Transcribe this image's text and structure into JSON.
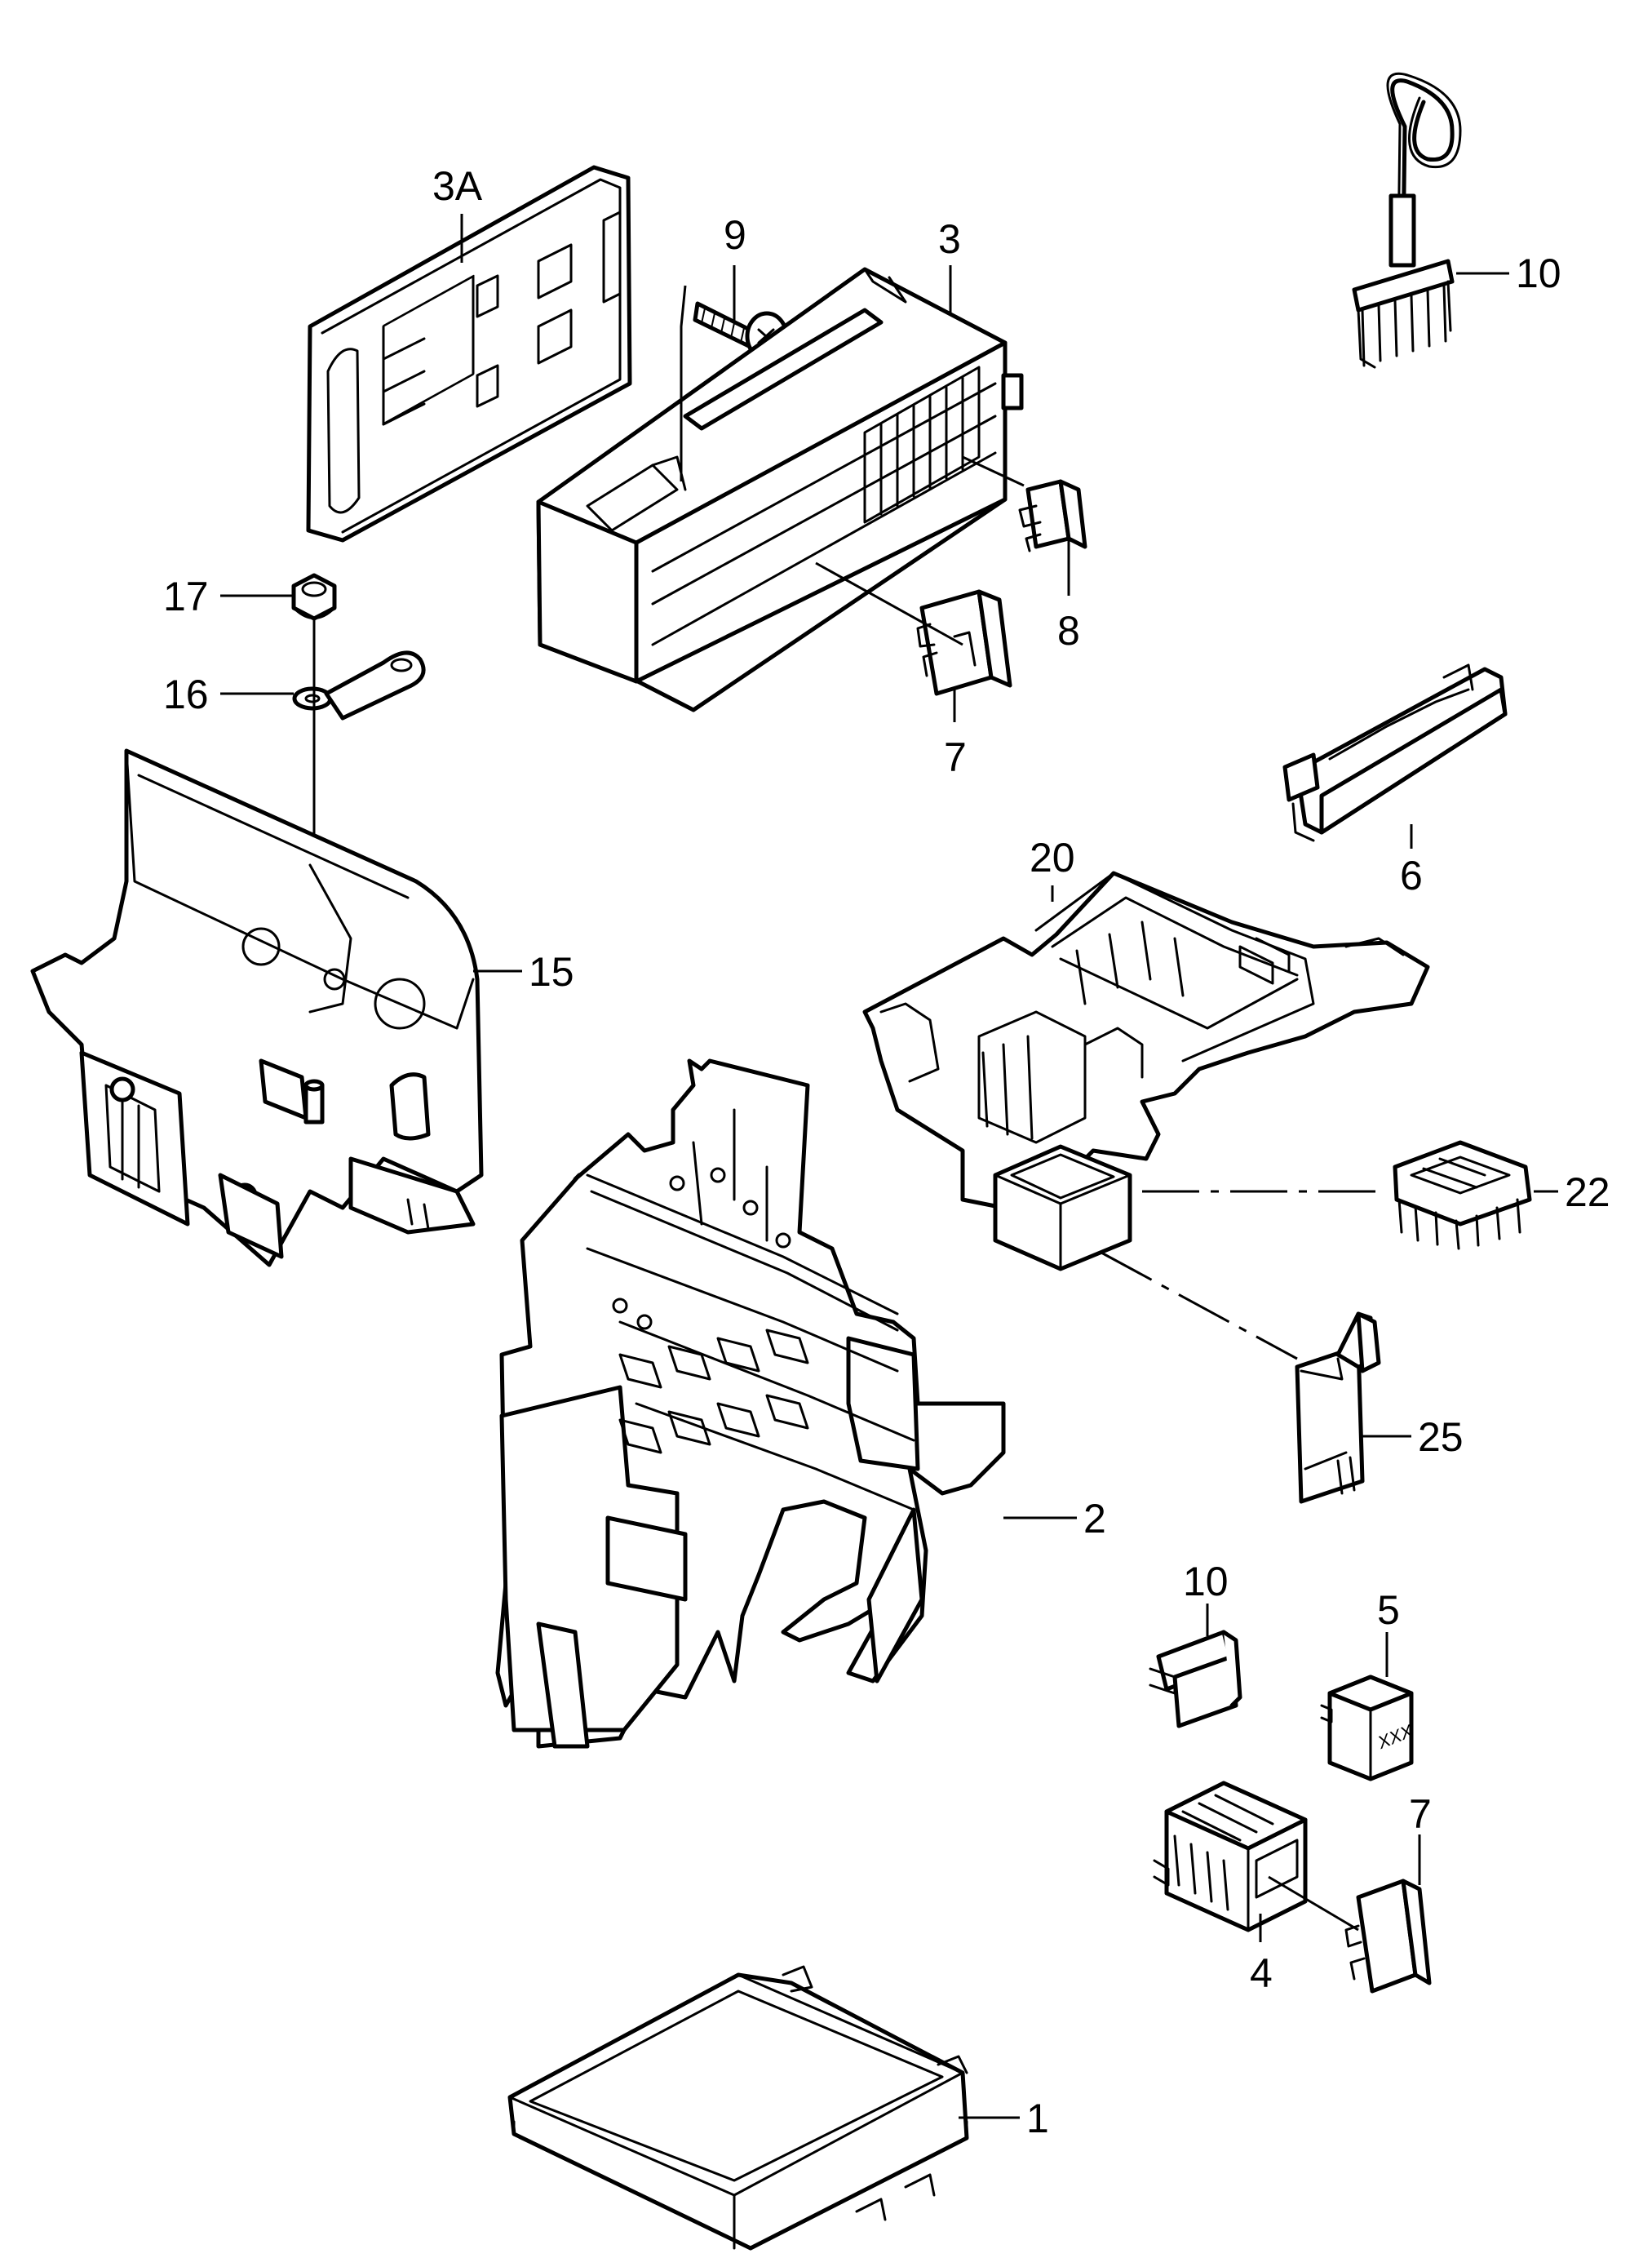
{
  "callouts": {
    "c1": "1",
    "c2": "2",
    "c3": "3",
    "c3a": "3A",
    "c4": "4",
    "c5": "5",
    "c6": "6",
    "c7a": "7",
    "c7b": "7",
    "c8": "8",
    "c9": "9",
    "c10a": "10",
    "c10b": "10",
    "c15": "15",
    "c16": "16",
    "c17": "17",
    "c20": "20",
    "c22": "22",
    "c25": "25"
  },
  "relay_marking": "XXX"
}
